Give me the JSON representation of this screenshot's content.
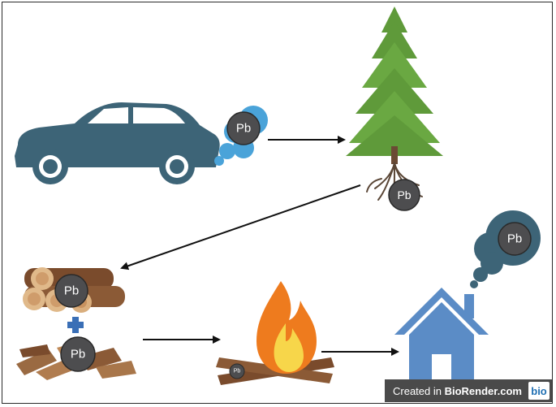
{
  "element_symbol": "Pb",
  "watermark": {
    "prefix": "Created in ",
    "brand": "BioRender.com",
    "logo": "bio"
  },
  "colors": {
    "car": "#3d6477",
    "car_exhaust": "#4aa3d9",
    "tree": "#5f9a3a",
    "pb_badge": "#4d4d4f",
    "house": "#5b8cc6",
    "house_smoke": "#3d6477",
    "wood": "#8b5a36",
    "fire_outer": "#ee7b1e",
    "fire_inner": "#f7d64a",
    "plus": "#3a6fb6",
    "arrow": "#111111"
  },
  "icons": [
    "car-icon",
    "exhaust-cloud-icon",
    "tree-icon",
    "tree-roots-icon",
    "log-pile-icon",
    "plus-icon",
    "woodchips-icon",
    "campfire-icon",
    "house-icon",
    "smoke-cloud-icon"
  ]
}
